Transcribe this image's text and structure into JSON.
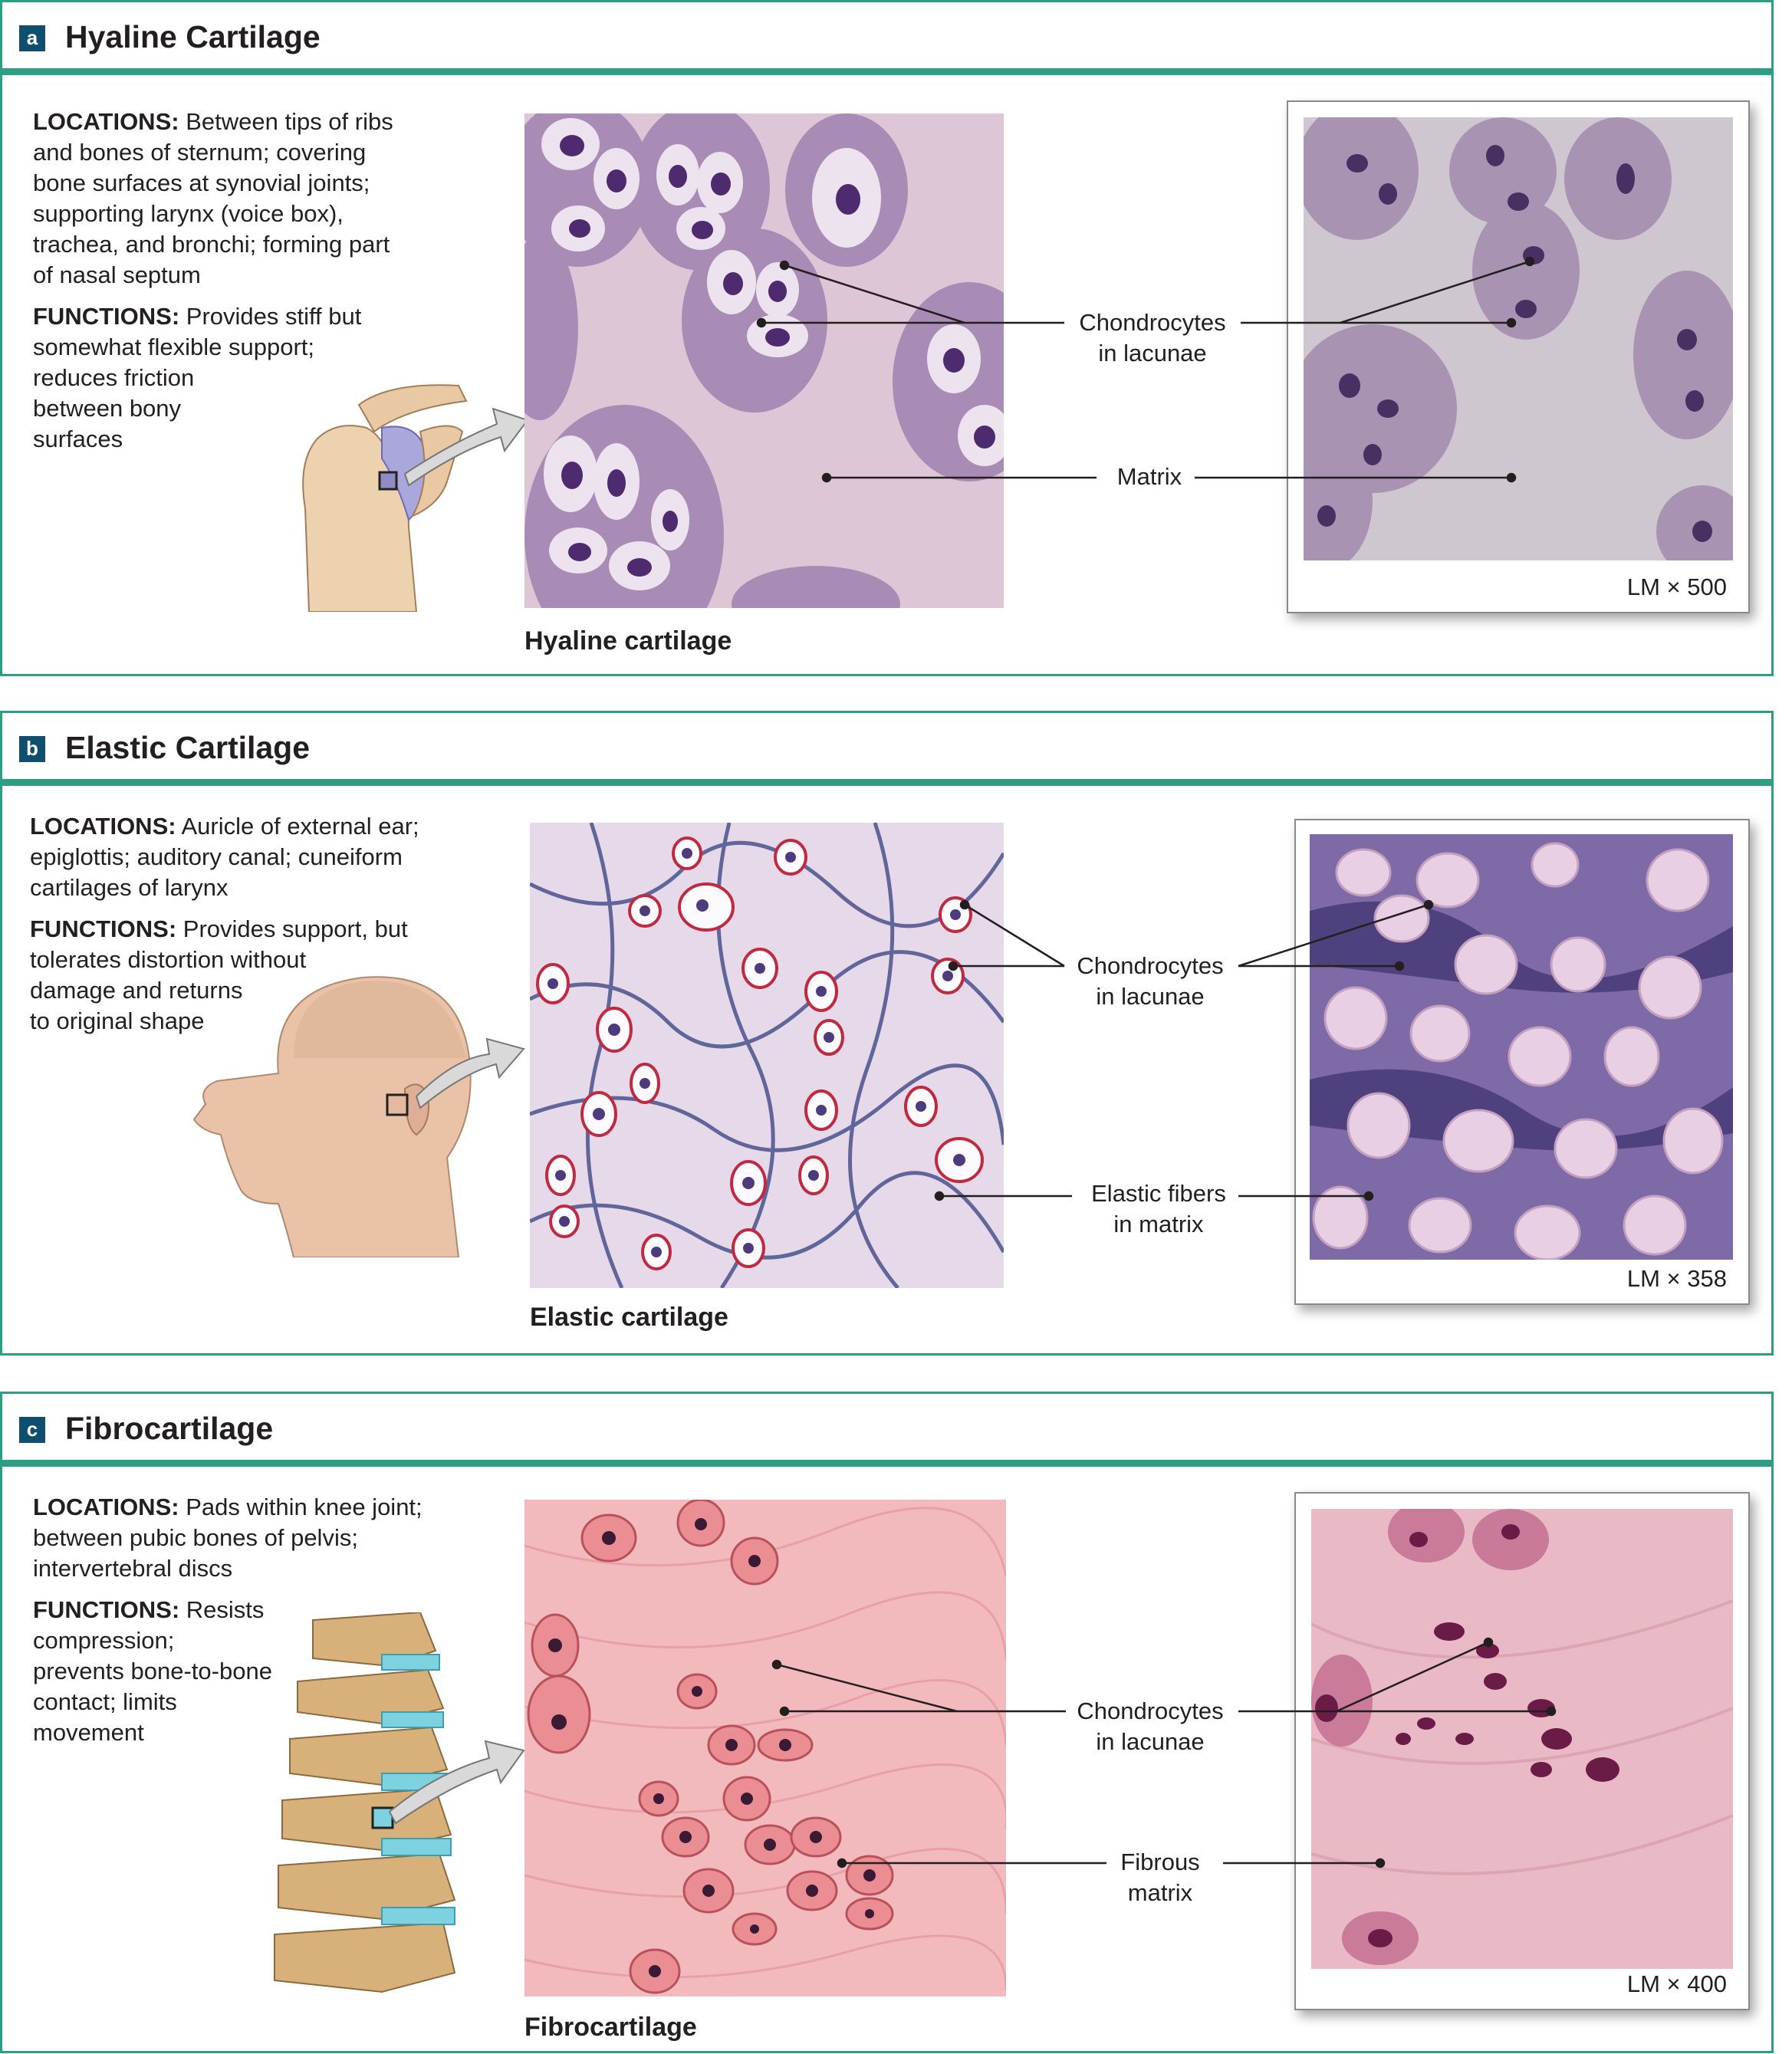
{
  "panels": [
    {
      "badge": "a",
      "title": "Hyaline Cartilage",
      "locations_heading": "LOCATIONS:",
      "locations_lines": [
        "Between tips of ribs",
        "and bones of sternum; covering",
        "bone surfaces at synovial joints;",
        "supporting larynx (voice box),",
        "trachea, and bronchi; forming part",
        "of nasal septum"
      ],
      "functions_heading": "FUNCTIONS:",
      "functions_lines": [
        "Provides stiff but",
        "somewhat flexible support;",
        "reduces friction",
        "between bony",
        "surfaces"
      ],
      "diagram_label": "Hyaline cartilage",
      "callouts": [
        {
          "lines": [
            "Chondrocytes",
            "in lacunae"
          ]
        },
        {
          "lines": [
            "Matrix"
          ]
        }
      ],
      "magnification": "LM × 500",
      "illustration_icon": "shoulder-joint-icon"
    },
    {
      "badge": "b",
      "title": "Elastic Cartilage",
      "locations_heading": "LOCATIONS:",
      "locations_lines": [
        "Auricle of external ear;",
        "epiglottis; auditory canal; cuneiform",
        "cartilages of larynx"
      ],
      "functions_heading": "FUNCTIONS:",
      "functions_lines": [
        "Provides  support, but",
        "tolerates distortion without",
        "damage and returns",
        "to original shape"
      ],
      "diagram_label": "Elastic cartilage",
      "callouts": [
        {
          "lines": [
            "Chondrocytes",
            "in lacunae"
          ]
        },
        {
          "lines": [
            "Elastic fibers",
            "in matrix"
          ]
        }
      ],
      "magnification": "LM × 358",
      "illustration_icon": "head-ear-icon"
    },
    {
      "badge": "c",
      "title": "Fibrocartilage",
      "locations_heading": "LOCATIONS:",
      "locations_lines": [
        "Pads within knee joint;",
        "between pubic bones of pelvis;",
        "intervertebral discs"
      ],
      "functions_heading": "FUNCTIONS:",
      "functions_lines": [
        "Resists",
        "compression;",
        "prevents bone-to-bone",
        "contact; limits",
        "movement"
      ],
      "diagram_label": "Fibrocartilage",
      "callouts": [
        {
          "lines": [
            "Chondrocytes",
            "in lacunae"
          ]
        },
        {
          "lines": [
            "Fibrous",
            "matrix"
          ]
        }
      ],
      "magnification": "LM × 400",
      "illustration_icon": "spine-vertebrae-icon"
    }
  ],
  "colors": {
    "accent": "#2e9e83",
    "badge": "#0f4e6e",
    "hyaline_matrix": "#dcc3d4",
    "elastic_matrix": "#e4d6ea",
    "fibro_matrix": "#f3b8bc"
  }
}
